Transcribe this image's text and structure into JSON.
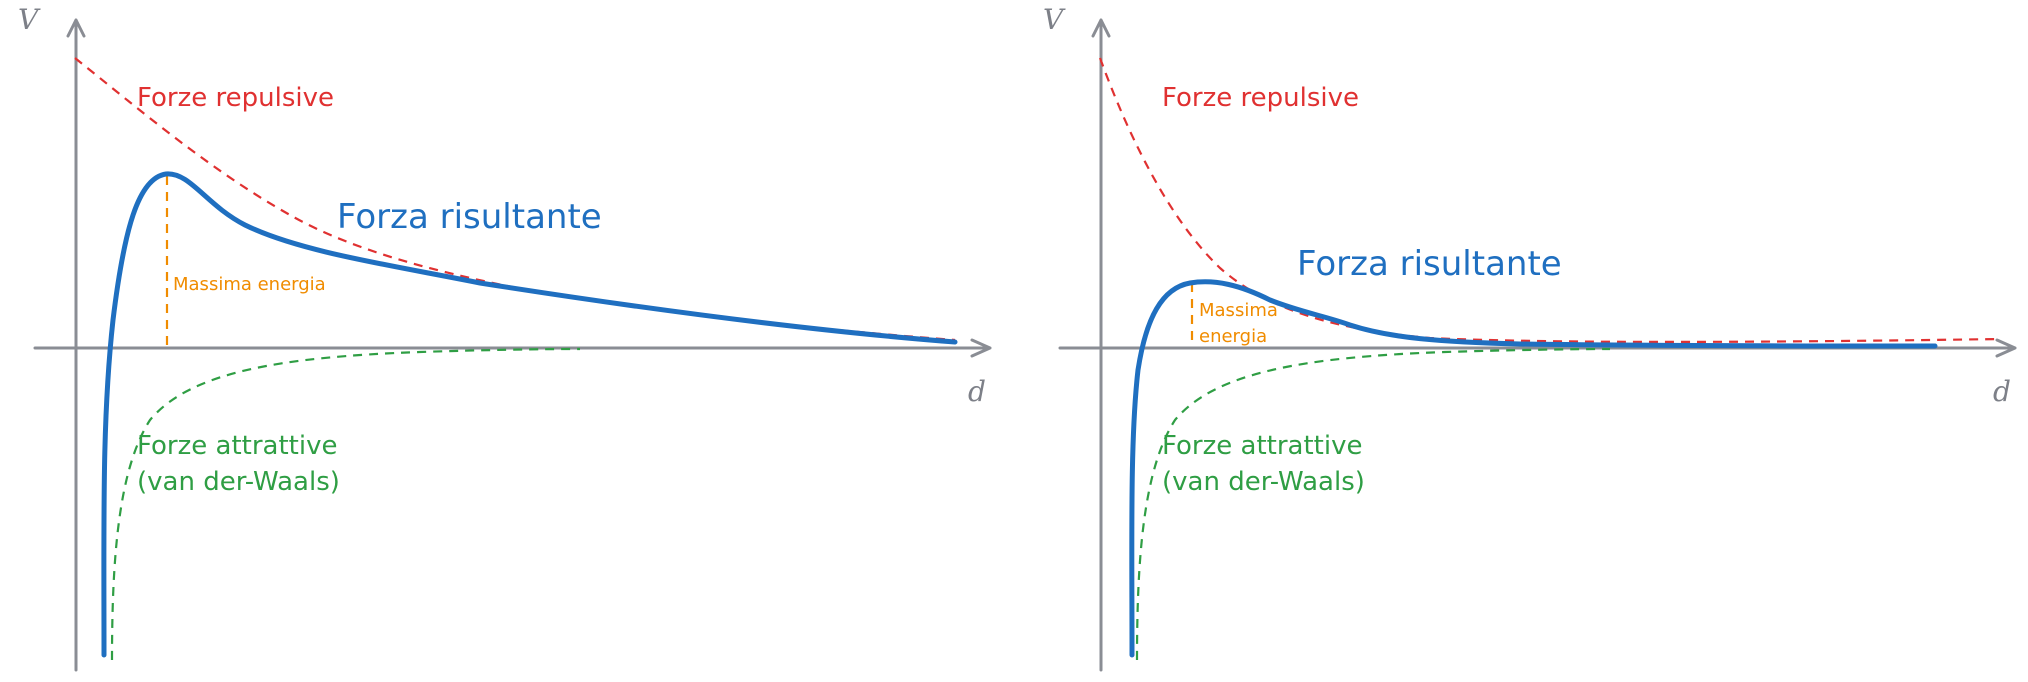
{
  "colors": {
    "axis": "#8a8d94",
    "resultant": "#1f6fc0",
    "repulsive": "#e03131",
    "attractive": "#2f9e44",
    "max_energy": "#f08c00"
  },
  "left": {
    "axis_y": "V",
    "axis_x": "d",
    "repulsive": "Forze repulsive",
    "resultant": "Forza risultante",
    "max_energy": "Massima energia",
    "attractive_1": "Forze attrattive",
    "attractive_2": "(van der-Waals)"
  },
  "right": {
    "axis_y": "V",
    "axis_x": "d",
    "repulsive": "Forze repulsive",
    "resultant": "Forza risultante",
    "max_energy_1": "Massima",
    "max_energy_2": "energia",
    "attractive_1": "Forze attrattive",
    "attractive_2": "(van der-Waals)"
  }
}
